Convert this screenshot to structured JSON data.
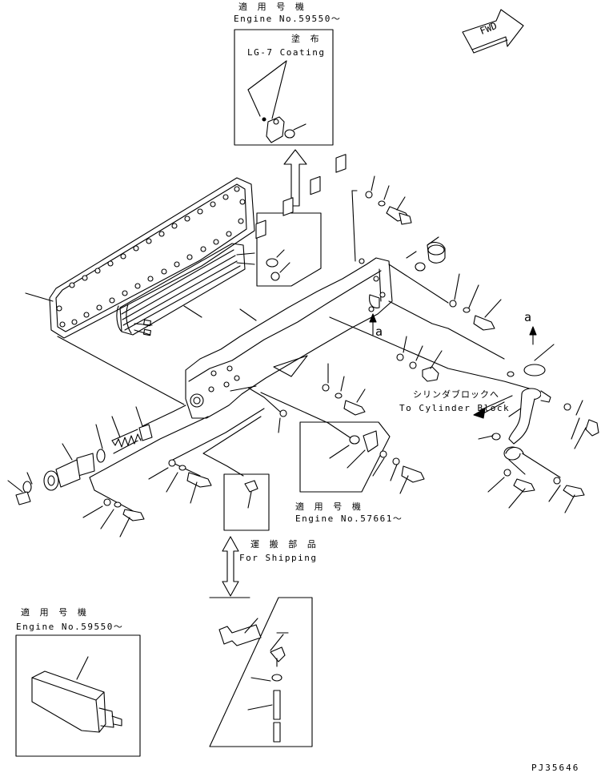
{
  "top_box": {
    "header_jp": "適 用 号 機",
    "header_en": "Engine No.59550～",
    "coating_jp": "塗 布",
    "coating_en": "LG-7 Coating"
  },
  "fwd_label": "FWD",
  "arrow_a_upper": "a",
  "arrow_a_lower": "a",
  "cylinder_label_jp": "シリンダブロックへ",
  "cylinder_label_en": "To Cylinder Block",
  "mid_box": {
    "header_jp": "適 用 号 機",
    "header_en": "Engine No.57661～"
  },
  "shipping": {
    "label_jp": "運 搬 部 品",
    "label_en": "For Shipping"
  },
  "left_box": {
    "header_jp": "適 用 号 機",
    "header_en": "Engine No.59550～"
  },
  "drawing_number": "PJ35646"
}
